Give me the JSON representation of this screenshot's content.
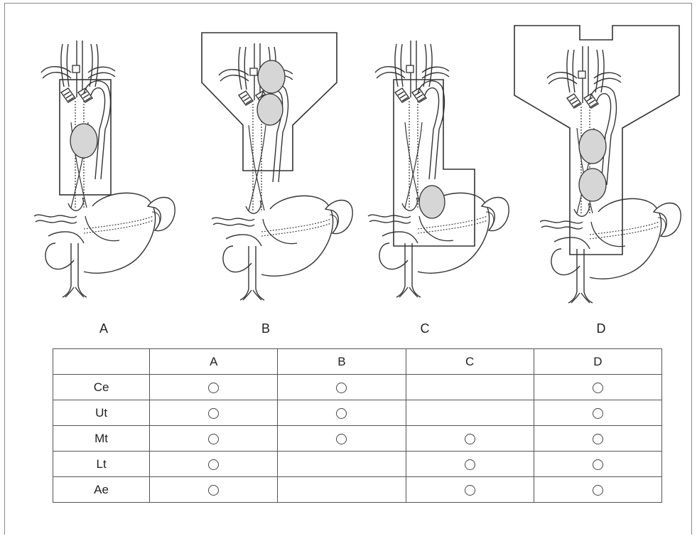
{
  "panels": [
    {
      "label": "A"
    },
    {
      "label": "B"
    },
    {
      "label": "C"
    },
    {
      "label": "D"
    }
  ],
  "table": {
    "columns": [
      "A",
      "B",
      "C",
      "D"
    ],
    "rows": [
      {
        "label": "Ce",
        "marks": [
          true,
          true,
          false,
          true
        ]
      },
      {
        "label": "Ut",
        "marks": [
          true,
          true,
          false,
          true
        ]
      },
      {
        "label": "Mt",
        "marks": [
          true,
          true,
          true,
          true
        ]
      },
      {
        "label": "Lt",
        "marks": [
          true,
          false,
          true,
          true
        ]
      },
      {
        "label": "Ae",
        "marks": [
          true,
          false,
          true,
          true
        ]
      }
    ],
    "mark_symbol": "○"
  }
}
